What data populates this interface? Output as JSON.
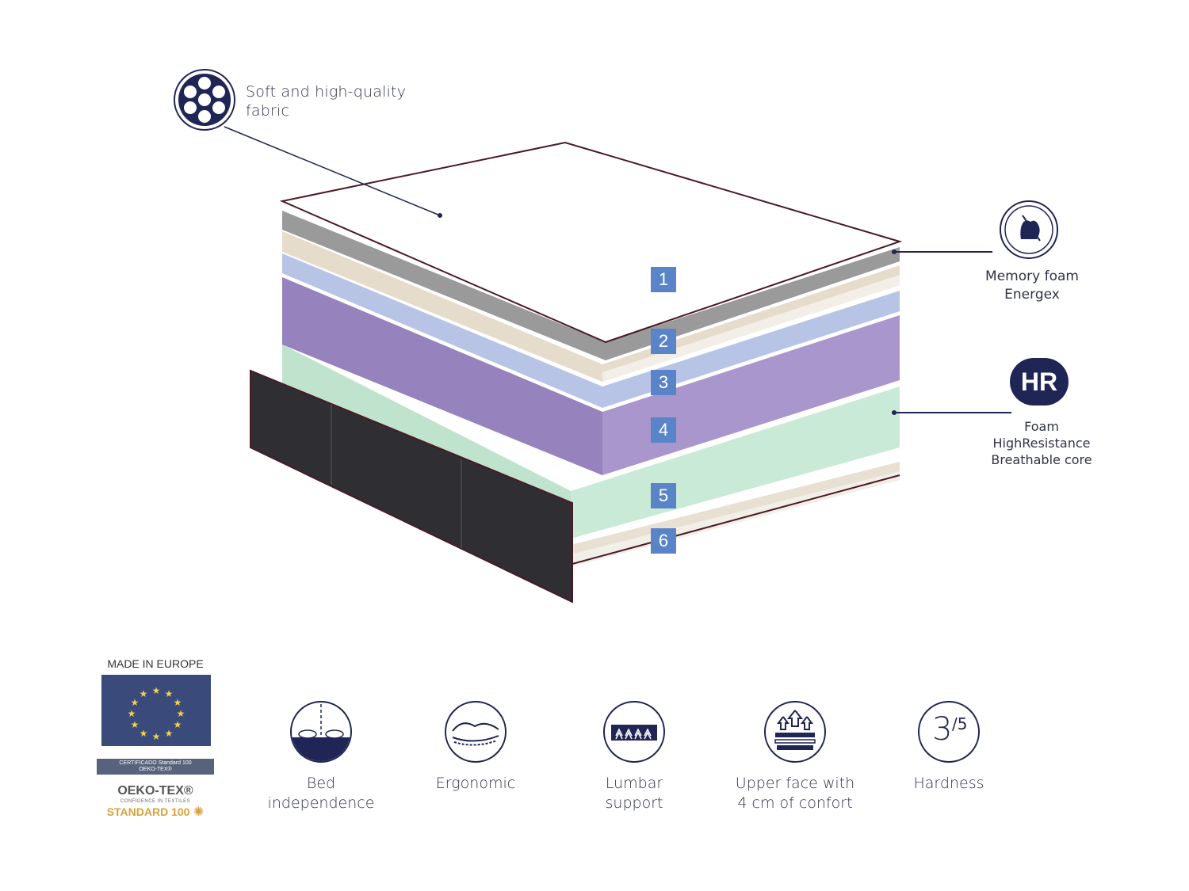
{
  "callouts": {
    "fabric": {
      "line1": "Soft and high-quality",
      "line2": "fabric",
      "icon": "fabric-pattern-icon"
    },
    "memory_foam": {
      "line1": "Memory foam",
      "line2": "Energex",
      "icon": "hand-press-icon"
    },
    "hr_foam": {
      "badge": "HR",
      "line1": "Foam",
      "line2": "HighResistance",
      "line3": "Breathable core"
    }
  },
  "layers": [
    "1",
    "2",
    "3",
    "4",
    "5",
    "6"
  ],
  "certifications": {
    "made_in": "MADE IN EUROPE",
    "ribbon_line1": "CERTIFICADO Standard 100",
    "ribbon_line2": "OEKO-TEX®",
    "oeko_brand": "OEKO-TEX®",
    "oeko_sub": "CONFIDENCE IN TEXTILES",
    "oeko_standard": "STANDARD 100"
  },
  "features": [
    {
      "label": "Bed\nindependence",
      "icon": "bed-independence-icon"
    },
    {
      "label": "Ergonomic",
      "icon": "ergonomic-icon"
    },
    {
      "label": "Lumbar\nsupport",
      "icon": "lumbar-support-icon"
    },
    {
      "label": "Upper face with\n4 cm of confort",
      "icon": "upper-face-icon"
    },
    {
      "label": "Hardness",
      "icon": "hardness-icon",
      "value": "3",
      "scale": "/5"
    }
  ],
  "colors": {
    "navy": "#1f2554",
    "layer_gray": "#9a9a9a",
    "layer_beige": "#e6dccb",
    "layer_blue": "#b7c4e6",
    "layer_purple": "#9f8cc4",
    "layer_green": "#c9ead6",
    "badge_blue": "#5a84c8",
    "border_dark": "#3b1620"
  }
}
